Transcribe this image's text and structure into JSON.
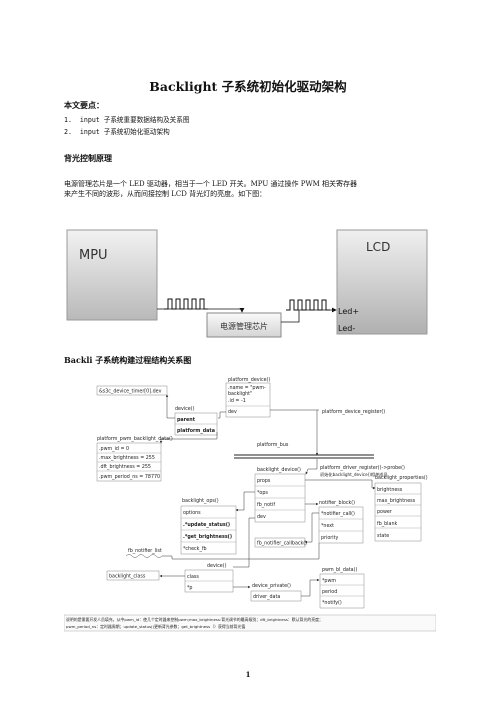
{
  "title": "Backlight 子系统初始化驱动架构",
  "key_points": {
    "heading": "本文要点：",
    "items": [
      {
        "num": "1.",
        "text": "input 子系统重要数据结构及关系图"
      },
      {
        "num": "2.",
        "text": "input 子系统初始化驱动架构"
      }
    ]
  },
  "section1": {
    "heading": "背光控制原理",
    "para_line1": "电源管理芯片是一个 LED 驱动器，相当于一个 LED 开关。MPU 通过操作 PWM 相关寄存器",
    "para_line2": "来产生不同的波形，从而间接控制 LCD 背光灯的亮度。如下图："
  },
  "fig1": {
    "mpu": "MPU",
    "lcd": "LCD",
    "chip": "电源管理芯片",
    "led_plus": "Led+",
    "led_minus": "Led-"
  },
  "section2": {
    "heading": "Backli 子系统构建过程结构关系图"
  },
  "fig2": {
    "pd_top_title": "platform_device()",
    "pd_top_rows": [
      ".name = \"pwm-",
      "backlight\"",
      ".id = -1",
      "dev"
    ],
    "i2c": "&s3c_device_timer[0].dev",
    "device_box_title": "device()",
    "device_rows": [
      "parent",
      "platform_data"
    ],
    "pd_register": "platform_device_register()",
    "pdata_title": "platform_pwm_backlight_data()",
    "pdata_rows": [
      ".pwm_id = 0",
      ".max_brightness = 255",
      ".dft_brightness = 255",
      ".pwm_period_ns = 78770"
    ],
    "platform_bus": "platform_bus",
    "bl_device_title": "backlight_device()",
    "bl_device_rows": [
      "props",
      "*ops",
      "fb_notif",
      "dev"
    ],
    "probe_line1": "platform_driver_register()->probe()",
    "probe_line2": "初始化backlight_device()相关成员",
    "bl_props_title": "backlight_properties()",
    "bl_props_rows": [
      "brightness",
      "max_brightness",
      "power",
      "fb_blank",
      "state"
    ],
    "bl_ops_title": "backlight_ops()",
    "bl_ops_rows": [
      "options",
      ".*update_status()",
      ".*get_brightness()",
      "*check_fb"
    ],
    "notifier_title": "notifier_block()",
    "notifier_rows": [
      "*notifier_call()",
      "*next",
      "priority"
    ],
    "fb_callback": "fb_notifier_callback()",
    "fb_notifier_list": "fb_notifier_list",
    "device2_title": "device()",
    "device2_rows": [
      "class",
      "*p"
    ],
    "bl_class": "backlight_class",
    "dev_private": "device_private()",
    "driver_data": "driver_data",
    "pwm_bl_title": "pwm_bl_data()",
    "pwm_bl_rows": [
      "*pwm",
      "period",
      "*notify()"
    ],
    "note_line1": "说明的是需要开发人员填充，从中pwm_id：使几个定时器来控制pwm;max_brightness:背光调节的最高级别；dft_brightness：默认背光的亮度；",
    "note_line2": "pwm_period_ns：定时器周期；update_status()更新背光参数；get_brightness（）获得当前背光值"
  },
  "page_number": "1"
}
